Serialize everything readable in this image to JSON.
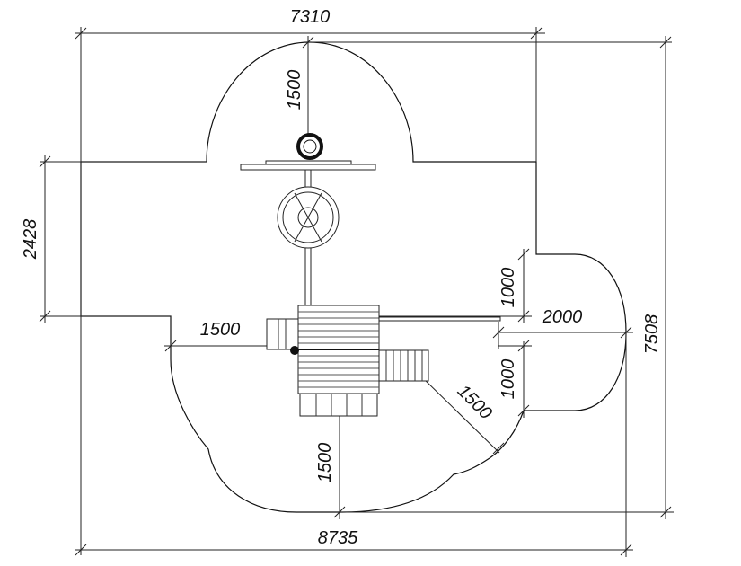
{
  "title": "Playground site plan",
  "dimensions": {
    "overall_top_width": "7310",
    "top_radius": "1500",
    "left_height": "2428",
    "left_offset": "1500",
    "right_upper": "1000",
    "right_width": "2000",
    "right_lower": "1000",
    "overall_height": "7508",
    "diagonal_radius": "1500",
    "bottom_radius": "1500",
    "overall_bottom_width": "8735"
  }
}
